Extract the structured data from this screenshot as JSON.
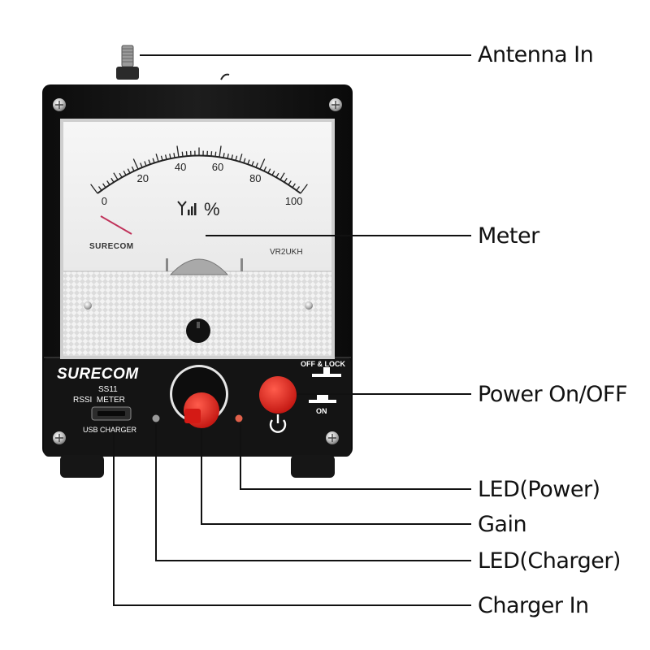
{
  "meter": {
    "scale_labels": [
      "0",
      "20",
      "40",
      "60",
      "80",
      "100"
    ],
    "unit": "%",
    "brand": "SURECOM",
    "model_code": "VR2UKH"
  },
  "panel": {
    "brand": "SURECOM",
    "model": "SS11",
    "subtitle": "RSSI  METER",
    "usb_label": "USB CHARGER",
    "switch_off_label": "OFF & LOCK",
    "switch_on_label": "ON"
  },
  "callouts": {
    "antenna": "Antenna In",
    "meter": "Meter",
    "power": "Power On/OFF",
    "led_power": "LED(Power)",
    "gain": "Gain",
    "led_charger": "LED(Charger)",
    "charger": "Charger In"
  },
  "colors": {
    "knob_red": "#e8231f",
    "led_power": "#e0604a",
    "needle": "#c0325a"
  }
}
